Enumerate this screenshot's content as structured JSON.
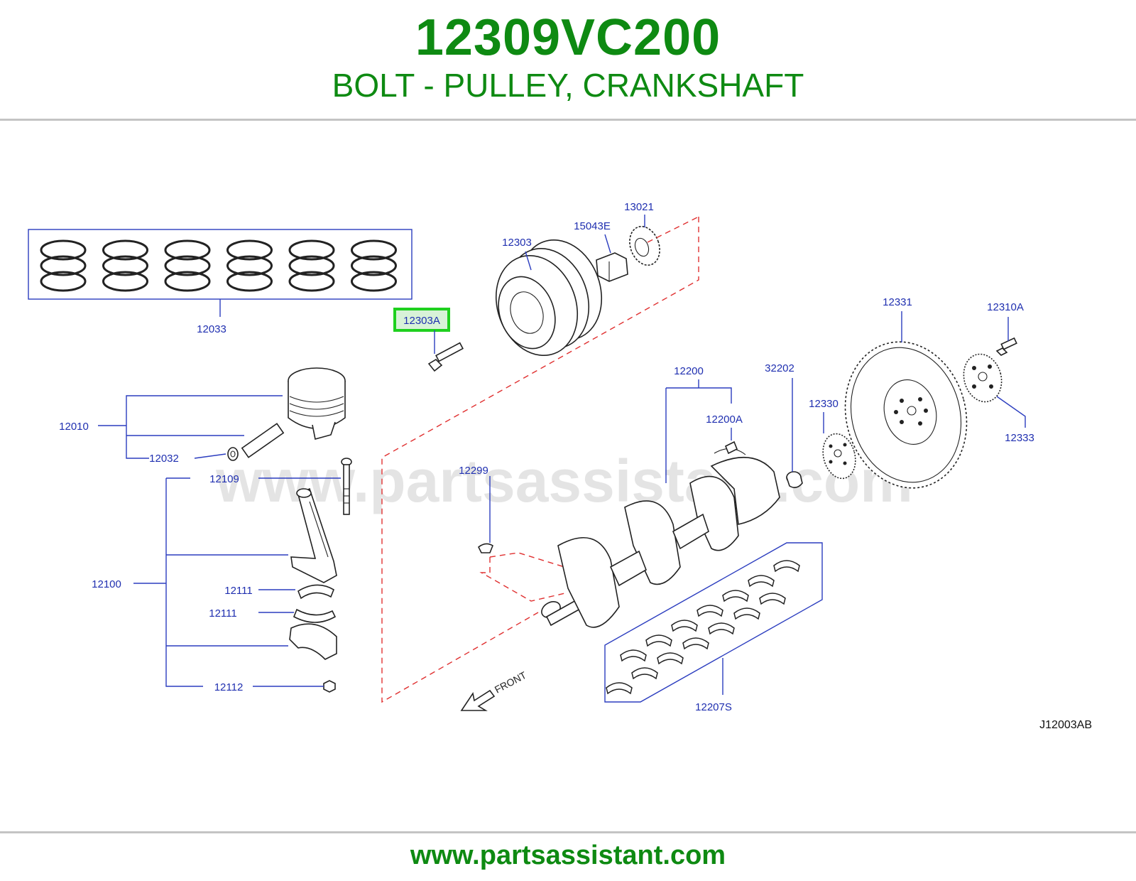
{
  "header": {
    "part_number": "12309VC200",
    "part_name": "BOLT - PULLEY, CRANKSHAFT"
  },
  "diagram": {
    "watermark": "www.partsassistant.com",
    "drawing_code": "J12003AB",
    "front_label": "FRONT",
    "highlighted_part": "12303A",
    "callouts": {
      "c12033": "12033",
      "c12303A": "12303A",
      "c12303": "12303",
      "c15043E": "15043E",
      "c13021": "13021",
      "c12331": "12331",
      "c12310A": "12310A",
      "c12010": "12010",
      "c12032": "12032",
      "c12200": "12200",
      "c32202": "32202",
      "c12330": "12330",
      "c12200A": "12200A",
      "c12333": "12333",
      "c12299": "12299",
      "c12109": "12109",
      "c12100": "12100",
      "c12111a": "12111",
      "c12111b": "12111",
      "c12112": "12112",
      "c12207S": "12207S"
    }
  },
  "footer": {
    "website": "www.partsassistant.com"
  },
  "colors": {
    "brand_green": "#0e8a12",
    "callout_blue": "#1f2fb0",
    "highlight_green": "#1fd01f",
    "dashed_red": "#e03030"
  }
}
